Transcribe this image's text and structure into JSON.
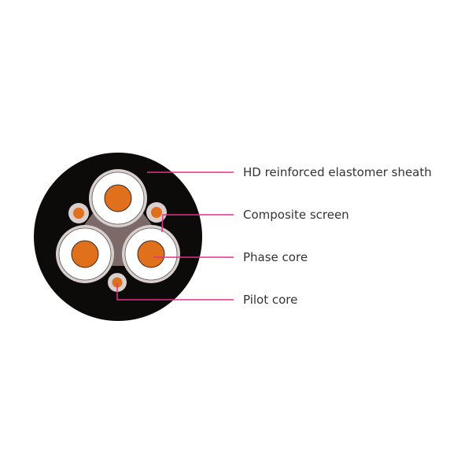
{
  "diagram": {
    "labels": [
      "HD reinforced elastomer sheath",
      "Composite screen",
      "Phase core",
      "Pilot core"
    ],
    "colors": {
      "sheath": "#0d0a0a",
      "filler": "#7b6a67",
      "screen": "#d9cfcc",
      "insulation": "#ffffff",
      "conductor": "#e0701c",
      "leader": "#e0338a"
    }
  }
}
